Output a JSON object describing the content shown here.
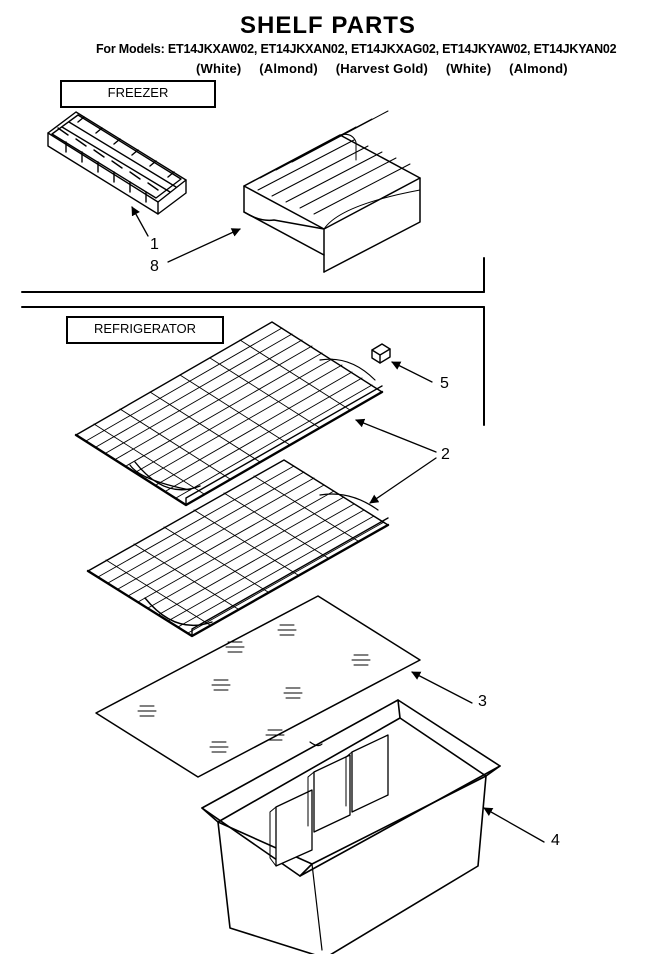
{
  "header": {
    "title": "SHELF PARTS",
    "models_line": "For Models: ET14JKXAW02, ET14JKXAN02, ET14JKXAG02, ET14JKYAW02, ET14JKYAN02",
    "colors": [
      "(White)",
      "(Almond)",
      "(Harvest Gold)",
      "(White)",
      "(Almond)"
    ]
  },
  "sections": {
    "freezer_label": "FREEZER",
    "refrigerator_label": "REFRIGERATOR"
  },
  "callouts": {
    "ice_tray": "1",
    "freezer_shelf": "8",
    "shelf_stop": "5",
    "wire_shelves": "2",
    "crisper_cover_glass": "3",
    "crisper_pan": "4"
  }
}
